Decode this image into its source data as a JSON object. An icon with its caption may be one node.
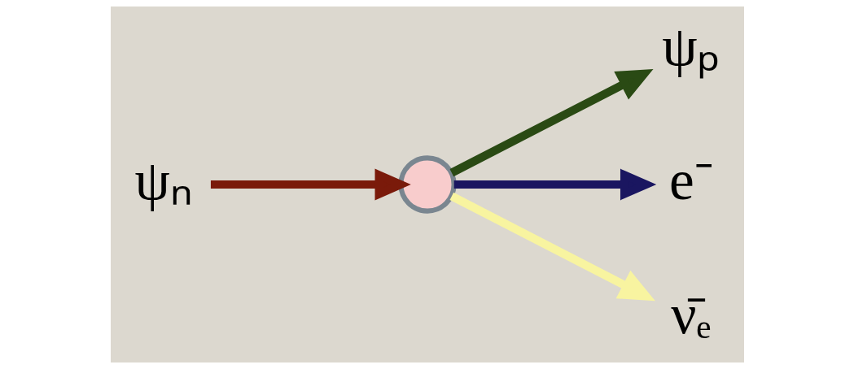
{
  "diagram": {
    "nodes": [
      {
        "text": [
          "ψₙ"
        ]
      },
      {
        "text": [],
        "shape": "circle"
      },
      {
        "text": [
          "ψₚ"
        ]
      },
      {
        "text": [
          "e⁻"
        ]
      },
      {
        "text": [
          "ν̄ₑ"
        ]
      }
    ],
    "edges": [
      {
        "from": 0,
        "to": 1,
        "arrow": "to",
        "color": "#7a1a0a"
      },
      {
        "from": 1,
        "to": 2,
        "arrow": "to",
        "color": "#2a4a14"
      },
      {
        "from": 1,
        "to": 3,
        "arrow": "to",
        "color": "#1a1660"
      },
      {
        "from": 1,
        "to": 4,
        "arrow": "to",
        "color": "#f8f4a0"
      }
    ]
  }
}
